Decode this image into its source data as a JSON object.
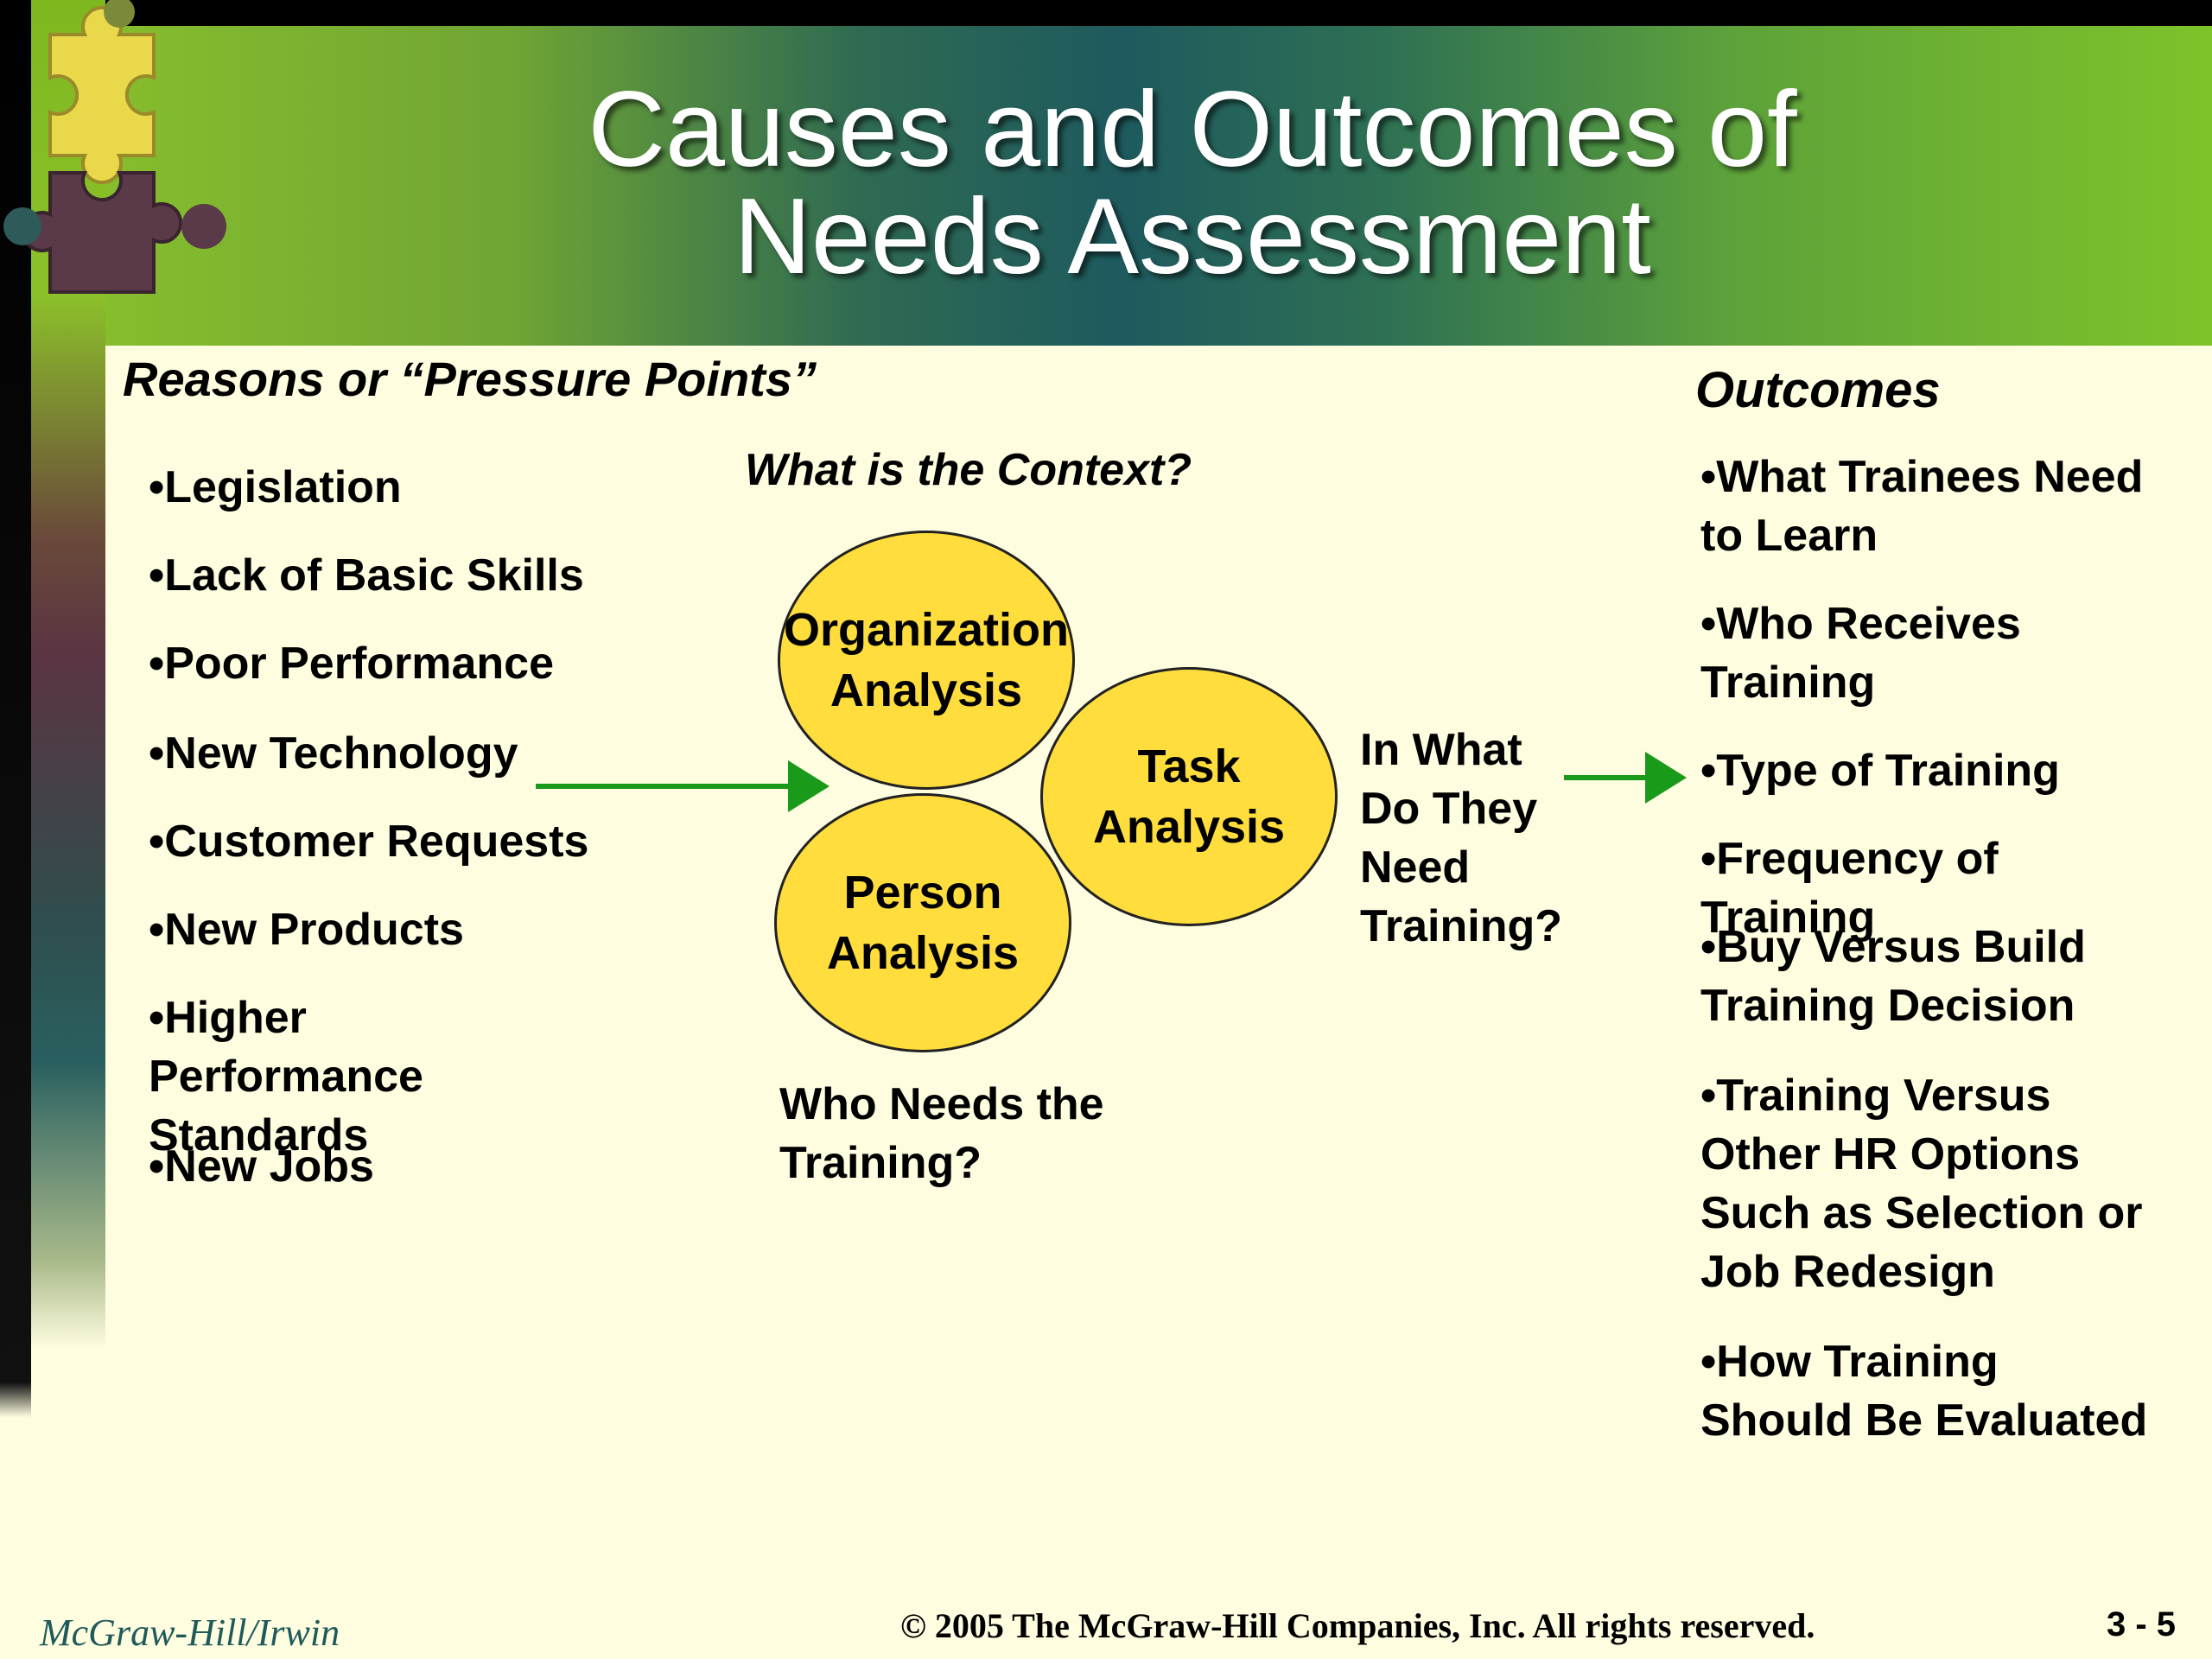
{
  "title": {
    "line1": "Causes and Outcomes of",
    "line2": "Needs Assessment"
  },
  "reasons": {
    "heading": "Reasons or “Pressure Points”",
    "items": [
      "•Legislation",
      "•Lack of Basic Skills",
      "•Poor Performance",
      "•New Technology",
      "•Customer Requests",
      "•New Products",
      "•Higher Performance Standards",
      "•New Jobs"
    ]
  },
  "context": {
    "heading": "What is the Context?",
    "organization": "Organization\nAnalysis",
    "task": "Task\nAnalysis",
    "person": "Person\nAnalysis",
    "in_what": "In What Do They Need Training?",
    "who_needs": "Who Needs the Training?"
  },
  "outcomes": {
    "heading": "Outcomes",
    "items": [
      "•What Trainees Need to Learn",
      "•Who Receives Training",
      "•Type of Training",
      "•Frequency of Training",
      "•Buy Versus Build Training Decision",
      "•Training Versus Other HR Options Such as Selection or Job Redesign",
      "•How Training Should Be Evaluated"
    ]
  },
  "footer": {
    "publisher": "McGraw-Hill/Irwin",
    "copyright": "© 2005 The McGraw-Hill Companies, Inc. All rights reserved.",
    "page": "3 - 5"
  },
  "colors": {
    "circle_fill": "#FFDD3C",
    "arrow": "#1A9A1A",
    "title_green": "#7EC32A",
    "title_teal": "#1E5A5E"
  }
}
